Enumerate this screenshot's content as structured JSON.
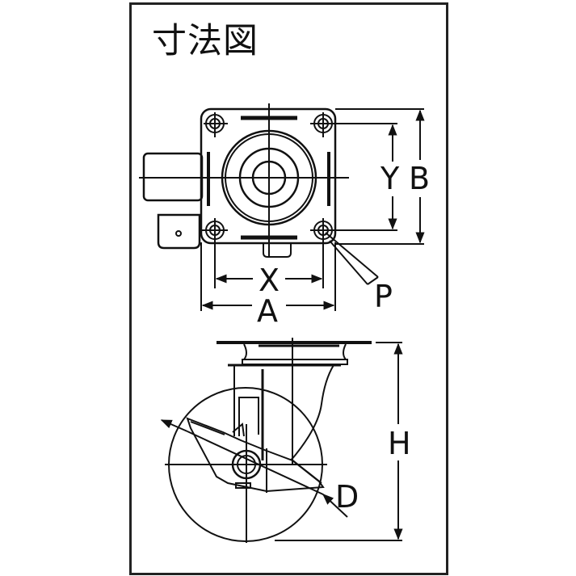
{
  "title": "寸法図",
  "top_view": {
    "dimension_labels": {
      "X": "X",
      "A": "A",
      "Y": "Y",
      "B": "B",
      "P": "P"
    }
  },
  "side_view": {
    "dimension_labels": {
      "H": "H",
      "D": "D"
    }
  },
  "colors": {
    "line": "#111111",
    "background": "#ffffff",
    "frame": "#222222"
  }
}
